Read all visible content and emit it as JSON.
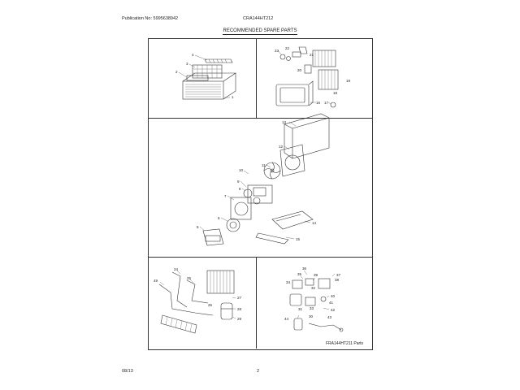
{
  "header": {
    "publication": "Publication No: 5995638942",
    "model": "CRA144HT212",
    "title": "RECOMMENDED SPARE PARTS"
  },
  "panels": {
    "top_left_labels": [
      "4",
      "3",
      "2",
      "1"
    ],
    "top_right_labels": [
      "22",
      "23",
      "21",
      "20",
      "19",
      "18",
      "16",
      "17"
    ],
    "middle_labels": [
      "13",
      "12",
      "11",
      "10",
      "9",
      "8",
      "7",
      "6",
      "5",
      "14",
      "15"
    ],
    "bottom_left_labels": [
      "24",
      "25",
      "49",
      "26",
      "27",
      "28",
      "29"
    ],
    "bottom_right_labels": [
      "36",
      "35",
      "37",
      "38",
      "39",
      "34",
      "32",
      "40",
      "41",
      "33",
      "31",
      "42",
      "30",
      "43",
      "44"
    ],
    "bottom_right_caption": "FRA144HT211 Parts"
  },
  "footer": {
    "date": "08/13",
    "page": "2"
  }
}
